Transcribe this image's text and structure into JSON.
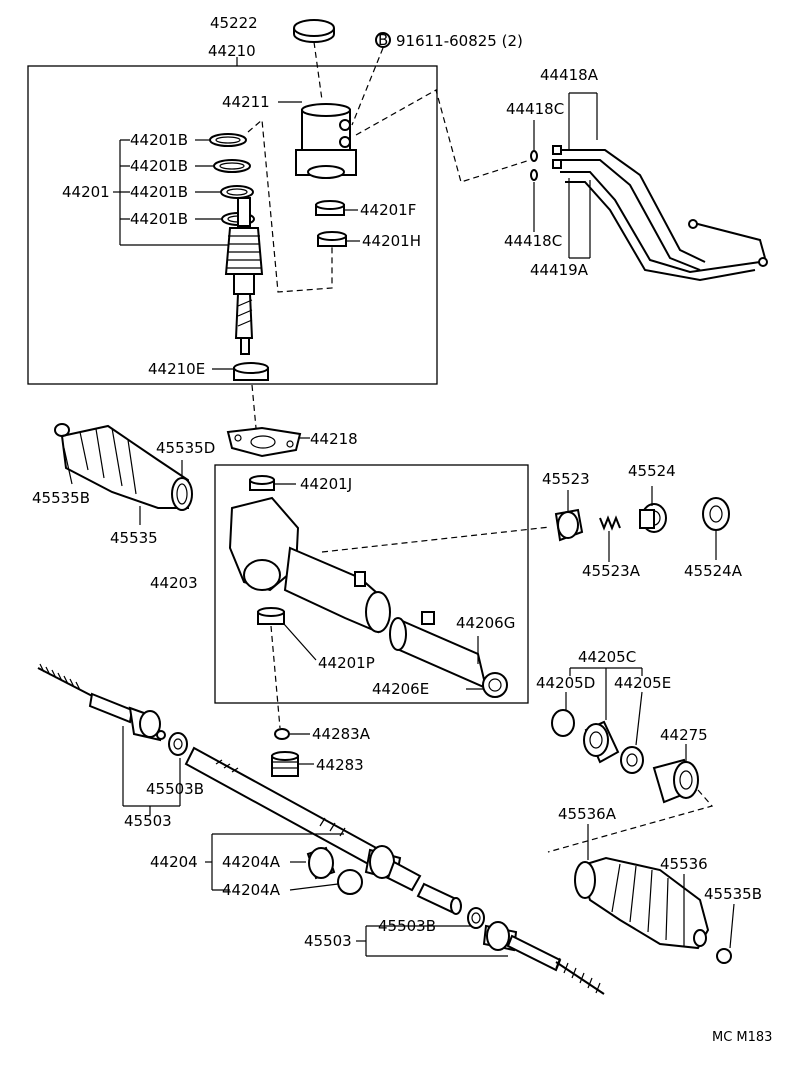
{
  "labels": {
    "p45222": "45222",
    "p91611": "91611-60825 (2)",
    "bolt_mark": "B",
    "p44210": "44210",
    "p44211": "44211",
    "p44418A": "44418A",
    "p44418C_top": "44418C",
    "p44201B_1": "44201B",
    "p44201B_2": "44201B",
    "p44201": "44201",
    "p44201B_3": "44201B",
    "p44201B_4": "44201B",
    "p44201F": "44201F",
    "p44201H": "44201H",
    "p44418C_bot": "44418C",
    "p44419A": "44419A",
    "p44210E": "44210E",
    "p44218": "44218",
    "p45535D": "45535D",
    "p45535B_left": "45535B",
    "p45535": "45535",
    "p44201J": "44201J",
    "p45523": "45523",
    "p45524": "45524",
    "p44203": "44203",
    "p45523A": "45523A",
    "p45524A": "45524A",
    "p44206G": "44206G",
    "p44201P": "44201P",
    "p44205C": "44205C",
    "p44206E": "44206E",
    "p44205D": "44205D",
    "p44205E": "44205E",
    "p44283A": "44283A",
    "p44275": "44275",
    "p44283": "44283",
    "p45503B_left": "45503B",
    "p45503_left": "45503",
    "p45536A": "45536A",
    "p44204": "44204",
    "p44204A_1": "44204A",
    "p45536": "45536",
    "p44204A_2": "44204A",
    "p45535B_right": "45535B",
    "p45503B_right": "45503B",
    "p45503_right": "45503",
    "figure_code": "MC M183"
  }
}
